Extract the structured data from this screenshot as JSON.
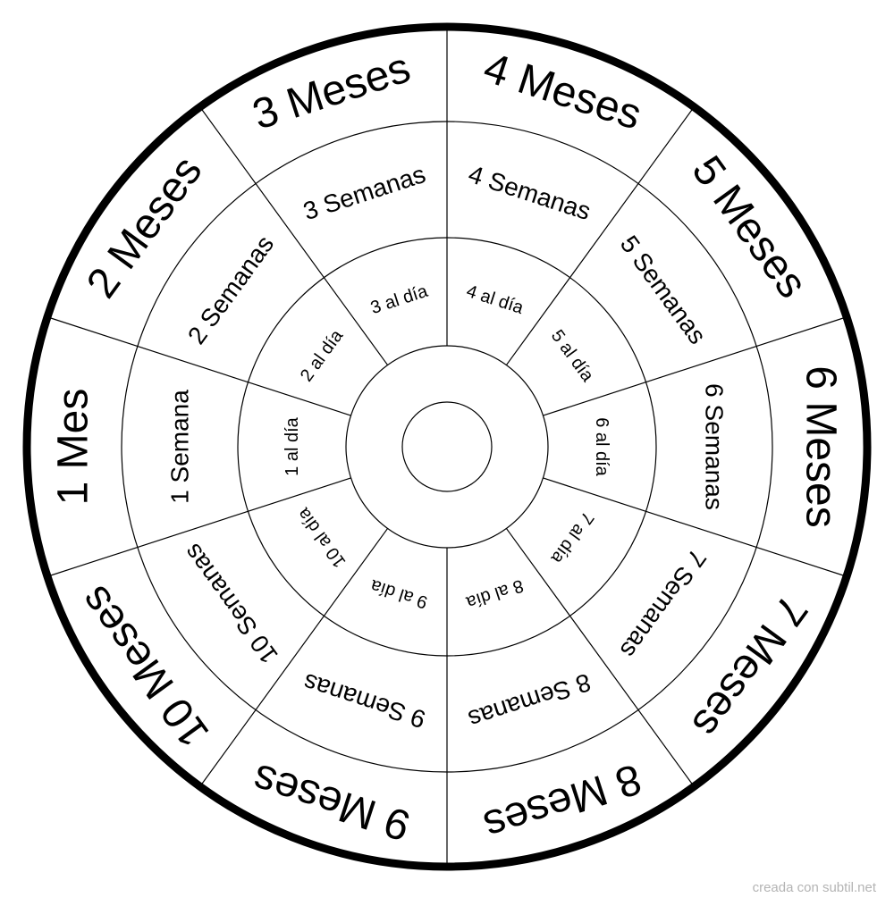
{
  "wheel": {
    "segments": 10,
    "rings": [
      {
        "key": "outer",
        "labels": [
          "1 Mes",
          "2 Meses",
          "3 Meses",
          "4 Meses",
          "5 Meses",
          "6 Meses",
          "7 Meses",
          "8 Meses",
          "9 Meses",
          "10 Meses"
        ]
      },
      {
        "key": "middle",
        "labels": [
          "1 Semana",
          "2 Semanas",
          "3 Semanas",
          "4 Semanas",
          "5 Semanas",
          "6 Semanas",
          "7 Semanas",
          "8 Semanas",
          "9 Semanas",
          "10 Semanas"
        ]
      },
      {
        "key": "inner",
        "labels": [
          "1 al día",
          "2 al día",
          "3 al día",
          "4 al día",
          "5 al día",
          "6 al día",
          "7 al día",
          "8 al día",
          "9 al día",
          "10 al día"
        ]
      }
    ],
    "colors": {
      "line": "#000000",
      "background": "#ffffff"
    }
  },
  "footer": {
    "credit": "creada con subtil.net",
    "color": "#b4b4b4"
  }
}
